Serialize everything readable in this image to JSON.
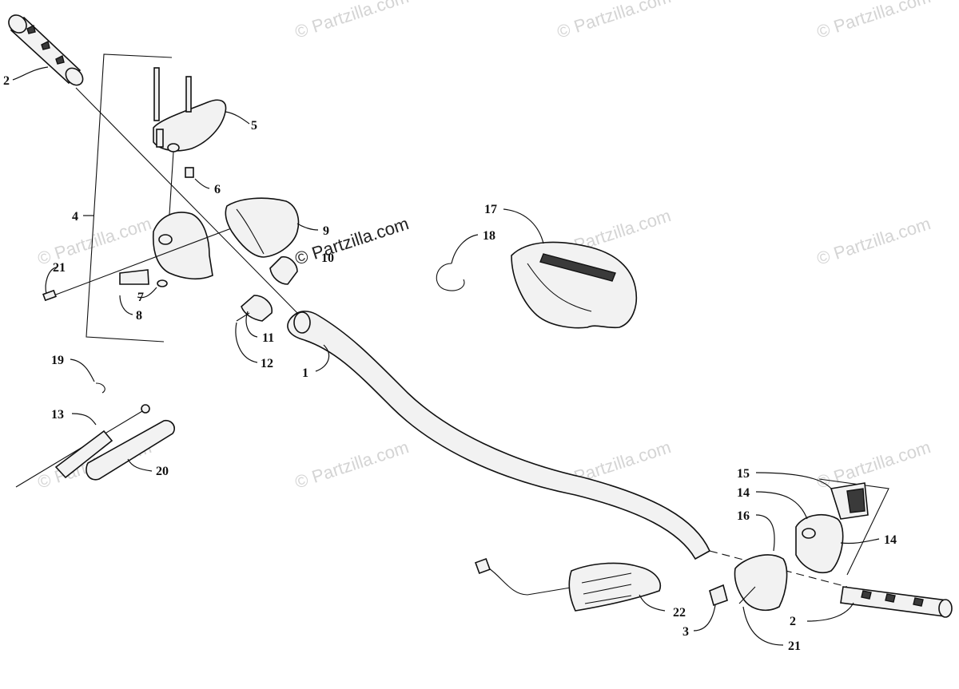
{
  "watermark": {
    "text": "© Partzilla.com",
    "main_text": "© Partzilla.com"
  },
  "callouts": [
    {
      "id": "c2a",
      "label": "2"
    },
    {
      "id": "c5",
      "label": "5"
    },
    {
      "id": "c6",
      "label": "6"
    },
    {
      "id": "c4",
      "label": "4"
    },
    {
      "id": "c9",
      "label": "9"
    },
    {
      "id": "c10",
      "label": "10"
    },
    {
      "id": "c21a",
      "label": "21"
    },
    {
      "id": "c7",
      "label": "7"
    },
    {
      "id": "c8",
      "label": "8"
    },
    {
      "id": "c11",
      "label": "11"
    },
    {
      "id": "c12",
      "label": "12"
    },
    {
      "id": "c1",
      "label": "1"
    },
    {
      "id": "c19",
      "label": "19"
    },
    {
      "id": "c13",
      "label": "13"
    },
    {
      "id": "c20",
      "label": "20"
    },
    {
      "id": "c17",
      "label": "17"
    },
    {
      "id": "c18",
      "label": "18"
    },
    {
      "id": "c15",
      "label": "15"
    },
    {
      "id": "c14a",
      "label": "14"
    },
    {
      "id": "c16",
      "label": "16"
    },
    {
      "id": "c14b",
      "label": "14"
    },
    {
      "id": "c22",
      "label": "22"
    },
    {
      "id": "c3",
      "label": "3"
    },
    {
      "id": "c2b",
      "label": "2"
    },
    {
      "id": "c21b",
      "label": "21"
    }
  ]
}
